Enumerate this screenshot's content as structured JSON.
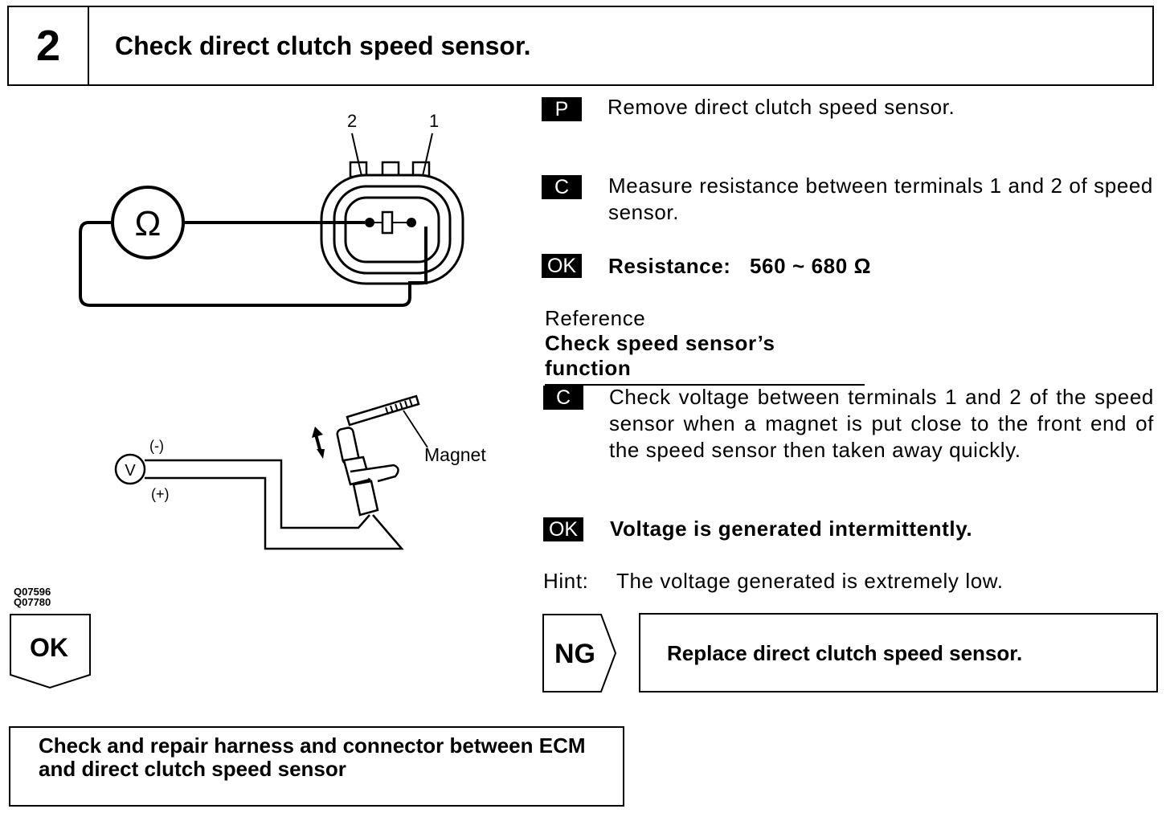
{
  "header": {
    "step_number": "2",
    "title": "Check direct clutch speed sensor."
  },
  "diagram1": {
    "terminal_2": "2",
    "terminal_1": "1",
    "meter_symbol": "Ω"
  },
  "diagram2": {
    "meter_symbol": "V",
    "minus_label": "(-)",
    "plus_label": "(+)",
    "magnet_label": "Magnet"
  },
  "figure_codes": [
    "Q07596",
    "Q07780"
  ],
  "steps": [
    {
      "tag": "P",
      "text": "Remove direct clutch speed sensor."
    },
    {
      "tag": "C",
      "text": "Measure resistance between terminals 1 and 2 of speed sensor."
    },
    {
      "tag": "OK",
      "label": "Resistance:",
      "value": "560 ~ 680 Ω"
    }
  ],
  "reference": {
    "label": "Reference",
    "heading": "Check speed sensor’s function"
  },
  "steps2": [
    {
      "tag": "C",
      "text": "Check voltage between terminals 1 and 2 of the speed sensor when a magnet is put close to the front end of the speed sensor then taken away quickly."
    },
    {
      "tag": "OK",
      "text": "Voltage is generated intermittently."
    }
  ],
  "hint": {
    "label": "Hint:",
    "text": "The voltage generated is extremely low."
  },
  "ng": {
    "label": "NG",
    "action": "Replace direct clutch speed sensor."
  },
  "ok": {
    "label": "OK",
    "action": "Check and repair harness and connector between ECM and direct clutch speed sensor"
  }
}
